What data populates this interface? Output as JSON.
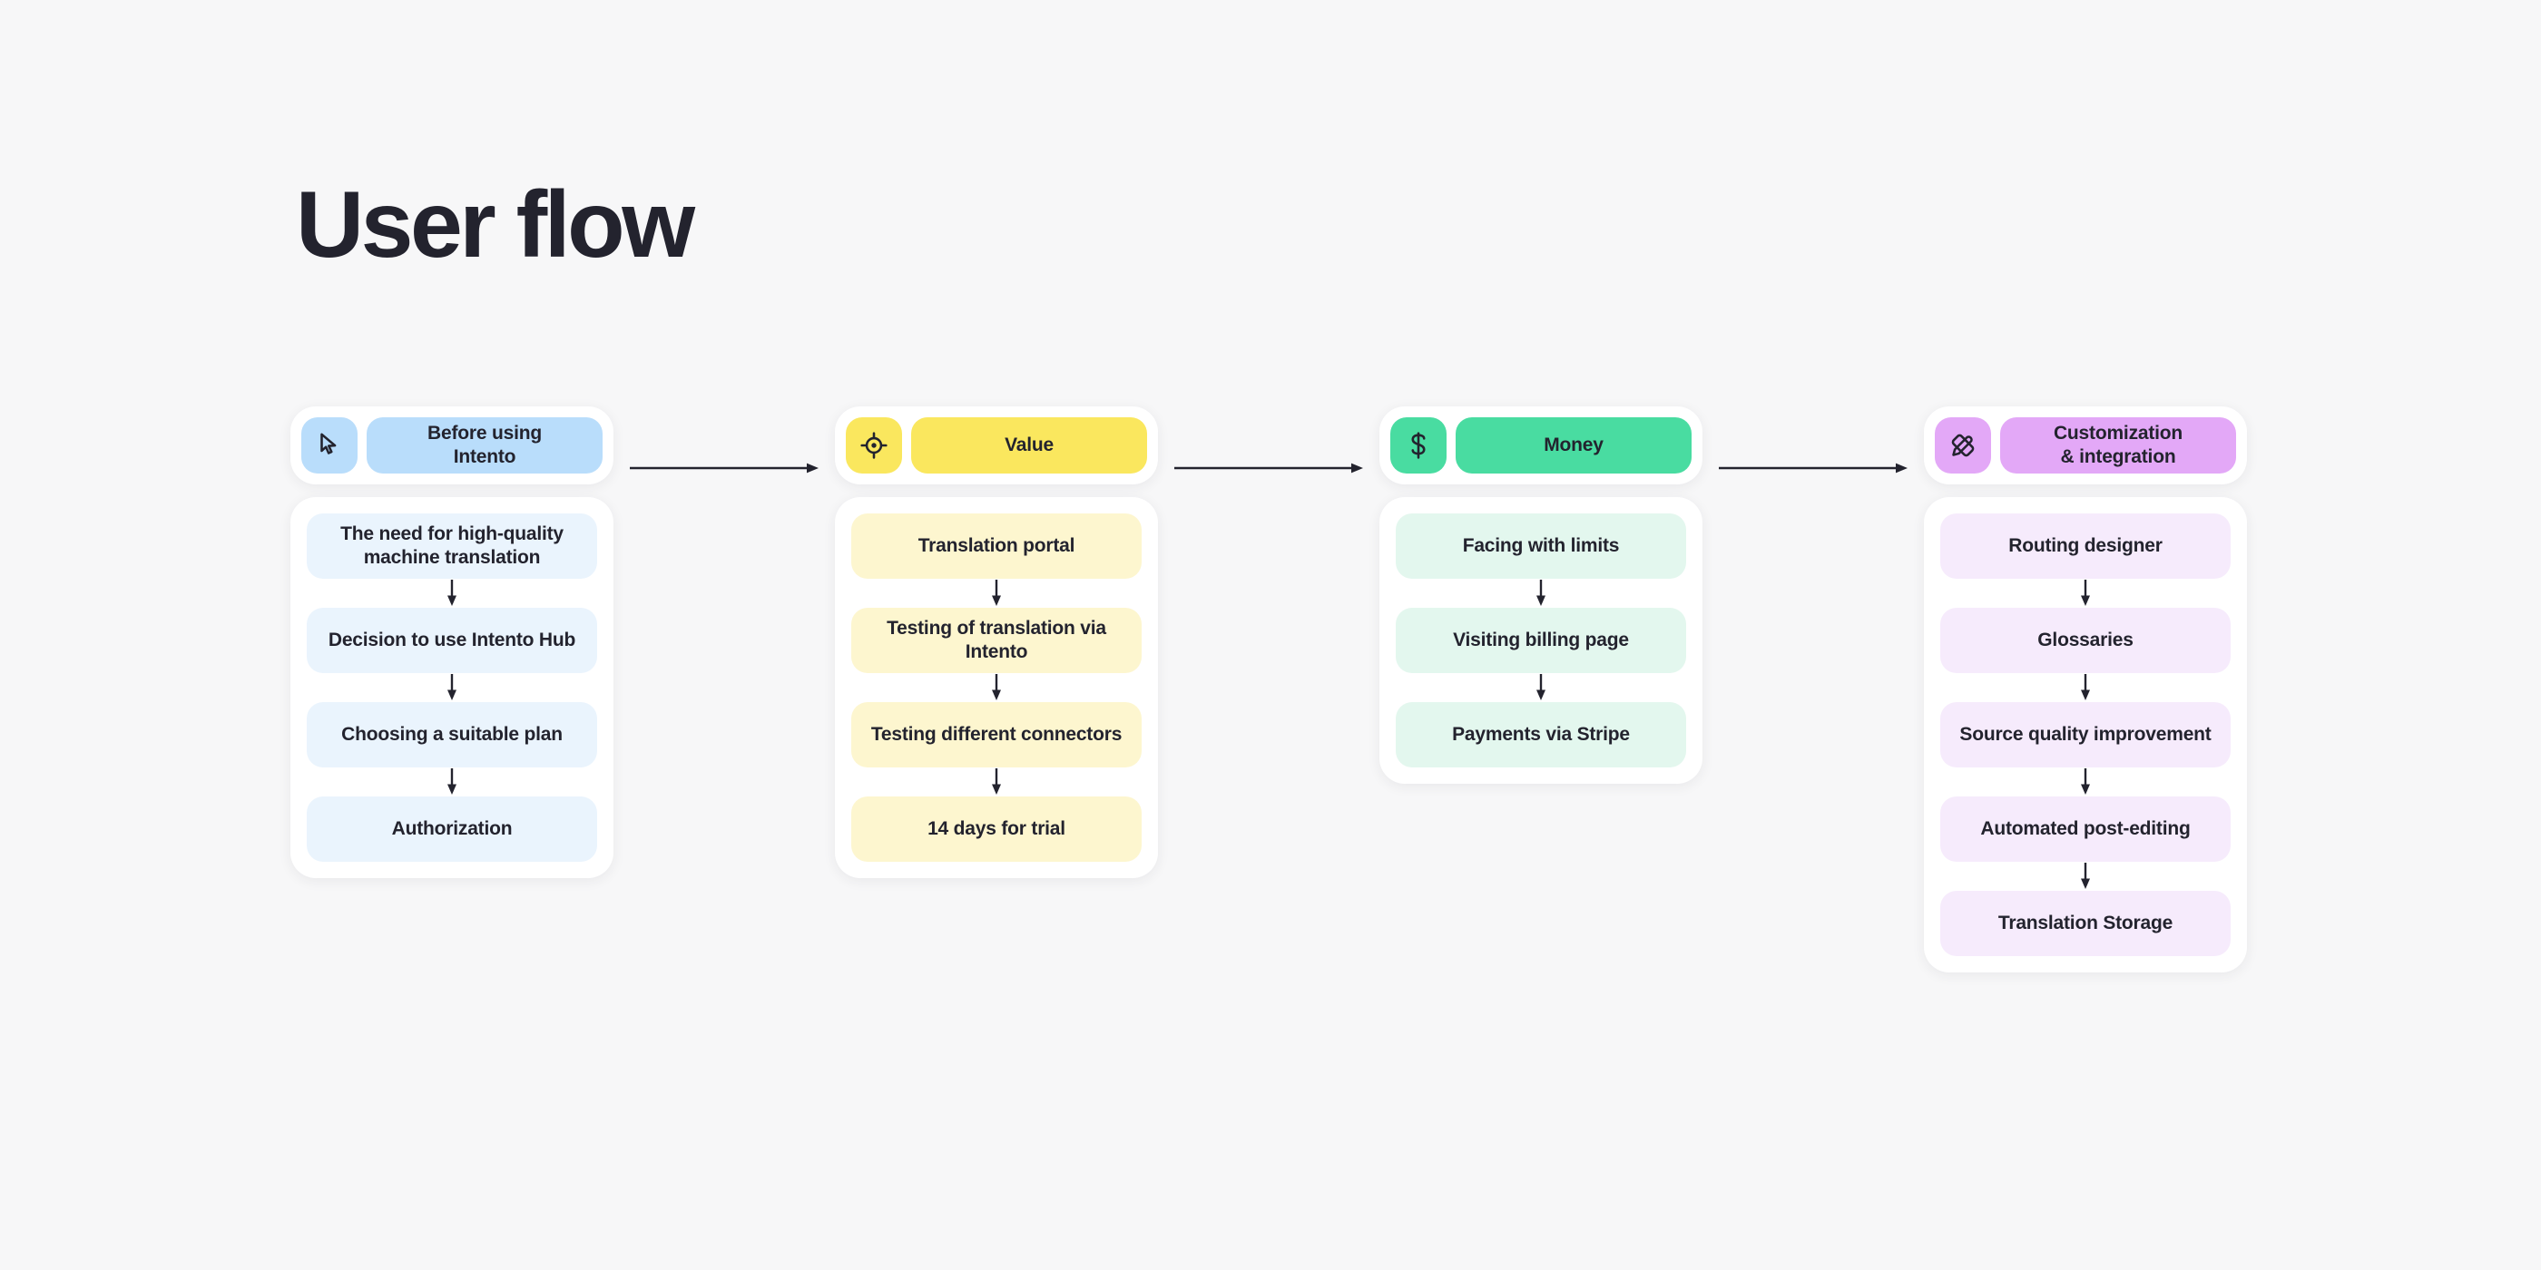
{
  "page": {
    "title": "User flow",
    "background_color": "#f7f7f8",
    "text_color": "#23232e"
  },
  "connectors": {
    "horizontal_arrow_icon": "arrow-right-icon",
    "vertical_arrow_icon": "arrow-down-icon",
    "count": 3
  },
  "columns": [
    {
      "id": "before-using-intento",
      "header": {
        "label": "Before using\nIntento",
        "icon": "cursor-pointer-icon",
        "icon_color": "#b9ddfb",
        "label_color": "#b9ddfb"
      },
      "step_color": "#eaf4fd",
      "steps": [
        "The need for high-quality machine translation",
        "Decision to use Intento Hub",
        "Choosing a suitable plan",
        "Authorization"
      ]
    },
    {
      "id": "value",
      "header": {
        "label": "Value",
        "icon": "target-crosshair-icon",
        "icon_color": "#fae75e",
        "label_color": "#fae75e"
      },
      "step_color": "#fdf6cf",
      "steps": [
        "Translation portal",
        "Testing of translation via Intento",
        "Testing different connectors",
        "14 days for trial"
      ]
    },
    {
      "id": "money",
      "header": {
        "label": "Money",
        "icon": "dollar-sign-icon",
        "icon_color": "#49dca1",
        "label_color": "#49dca1"
      },
      "step_color": "#e3f7ee",
      "steps": [
        "Facing with limits",
        "Visiting billing page",
        "Payments via Stripe"
      ]
    },
    {
      "id": "customization-integration",
      "header": {
        "label": "Customization\n& integration",
        "icon": "pen-ruler-design-icon",
        "icon_color": "#e3a8f7",
        "label_color": "#e3a8f7"
      },
      "step_color": "#f6ebfc",
      "steps": [
        "Routing designer",
        "Glossaries",
        "Source quality improvement",
        "Automated post-editing",
        "Translation Storage"
      ]
    }
  ]
}
